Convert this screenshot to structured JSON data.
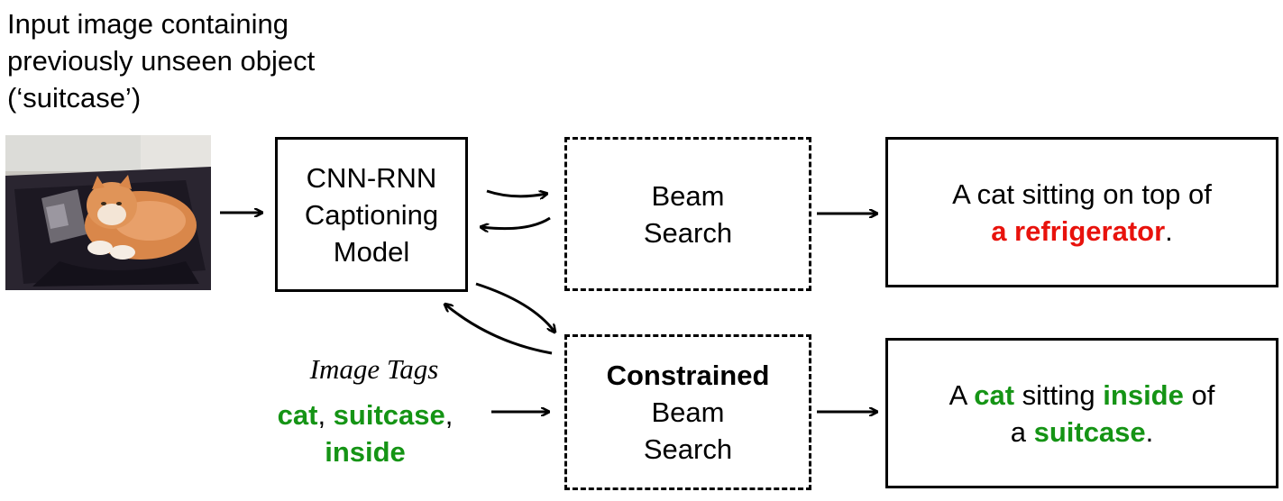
{
  "input_caption": {
    "line1": "Input image containing",
    "line2": "previously unseen object",
    "line3": "(‘suitcase’)"
  },
  "model_box": {
    "line1": "CNN-RNN",
    "line2": "Captioning",
    "line3": "Model"
  },
  "beam_box": {
    "line1": "Beam",
    "line2": "Search"
  },
  "constrained_box": {
    "line1": "Constrained",
    "line2": "Beam",
    "line3": "Search"
  },
  "output_top": {
    "prefix": "A cat sitting on top of",
    "highlight": "a refrigerator",
    "suffix": ".",
    "highlight_color": "#e8120c"
  },
  "output_bottom": {
    "w1": "A ",
    "w2": "cat",
    "w3": " sitting ",
    "w4": "inside",
    "w5": " of",
    "w6": "a ",
    "w7": "suitcase",
    "w8": ".",
    "highlight_color": "#159415"
  },
  "image_tags": {
    "title": "Image Tags",
    "tag1": "cat",
    "sep1": ", ",
    "tag2": "suitcase",
    "sep2": ",",
    "tag3": "inside"
  }
}
